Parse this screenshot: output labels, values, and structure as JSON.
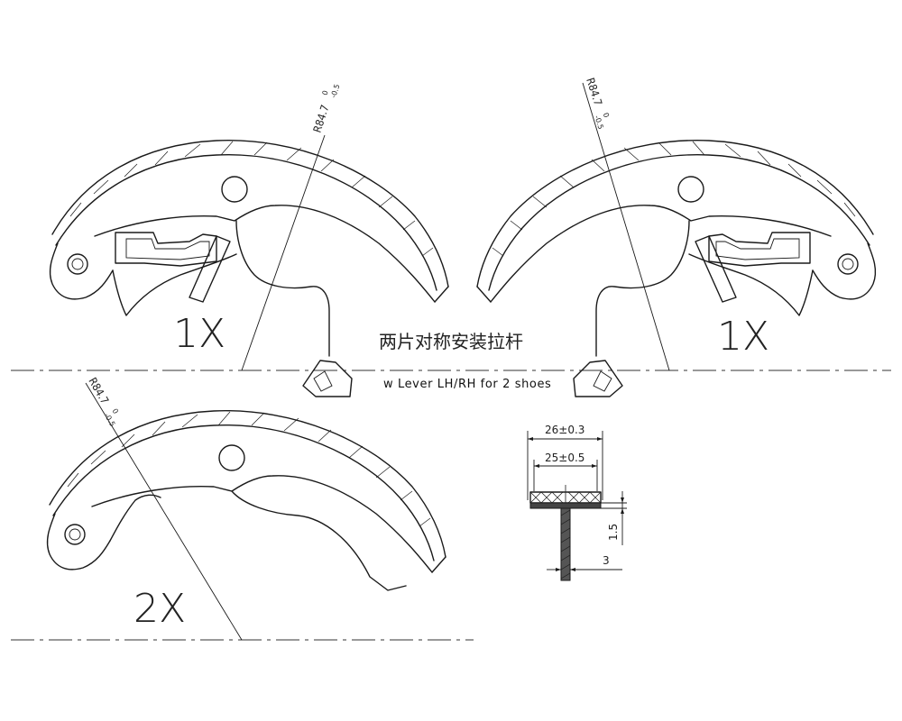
{
  "labels": {
    "qty_top_left": "1X",
    "qty_top_right": "1X",
    "qty_bottom": "2X",
    "radius_main": "R84.7",
    "radius_upper_tol": "0",
    "radius_lower_tol": "-0.5",
    "note_chinese": "两片对称安装拉杆",
    "note_english": "w Lever  LH/RH for 2 shoes"
  },
  "section": {
    "width_outer": "26±0.3",
    "width_lining": "25±0.5",
    "height_dim": "1.5",
    "web_thickness": "3"
  }
}
